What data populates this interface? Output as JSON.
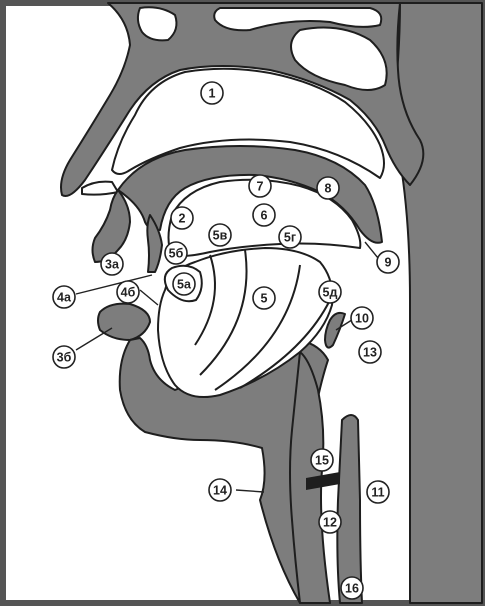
{
  "colors": {
    "tissue": "#7d7d7d",
    "outline": "#1e1e1e",
    "background": "#ffffff",
    "frame": "#555555",
    "cord": "#1e1e1e"
  },
  "labels": [
    {
      "id": "1",
      "text": "1"
    },
    {
      "id": "2",
      "text": "2"
    },
    {
      "id": "3a",
      "text": "3а"
    },
    {
      "id": "3b",
      "text": "3б"
    },
    {
      "id": "4a",
      "text": "4а"
    },
    {
      "id": "4b",
      "text": "4б"
    },
    {
      "id": "5",
      "text": "5"
    },
    {
      "id": "5a",
      "text": "5а"
    },
    {
      "id": "5b",
      "text": "5б"
    },
    {
      "id": "5v",
      "text": "5в"
    },
    {
      "id": "5g",
      "text": "5г"
    },
    {
      "id": "5d",
      "text": "5д"
    },
    {
      "id": "6",
      "text": "6"
    },
    {
      "id": "7",
      "text": "7"
    },
    {
      "id": "8",
      "text": "8"
    },
    {
      "id": "9",
      "text": "9"
    },
    {
      "id": "10",
      "text": "10"
    },
    {
      "id": "11",
      "text": "11"
    },
    {
      "id": "12",
      "text": "12"
    },
    {
      "id": "13",
      "text": "13"
    },
    {
      "id": "14",
      "text": "14"
    },
    {
      "id": "15",
      "text": "15"
    },
    {
      "id": "16",
      "text": "16"
    }
  ]
}
